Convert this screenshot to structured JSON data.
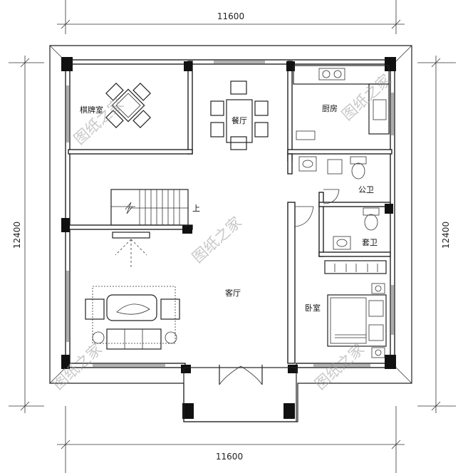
{
  "dimensions": {
    "top_width": "11600",
    "bottom_width": "11600",
    "left_height": "12400",
    "right_height": "12400"
  },
  "rooms": {
    "chess_room": "棋牌室",
    "dining": "餐厅",
    "kitchen": "厨房",
    "public_bath": "公卫",
    "ensuite_bath": "套卫",
    "living": "客厅",
    "bedroom": "卧室"
  },
  "stair_label": "上",
  "watermark": "图纸之家"
}
